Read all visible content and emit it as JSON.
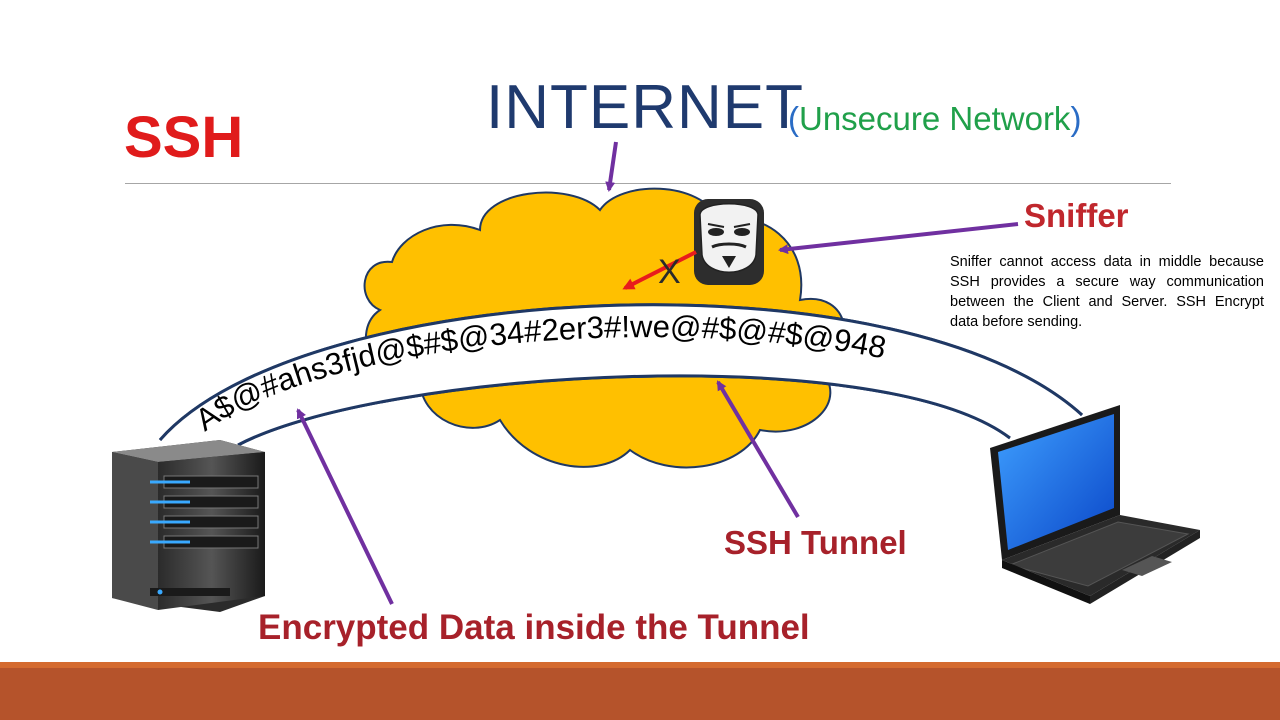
{
  "slide": {
    "title": "SSH"
  },
  "internet": {
    "title": "INTERNET",
    "paren_open": "(",
    "subtitle": "Unsecure Network",
    "paren_close": ")"
  },
  "sniffer": {
    "title": "Sniffer",
    "description": "Sniffer cannot access data in middle because SSH provides a secure way communication between the Client and Server. SSH Encrypt data before sending.",
    "blocked_mark": "X"
  },
  "tunnel": {
    "encrypted_text": "A$@#ahs3fjd@$#$@34#2er3#!we@#$@#$@948",
    "label": "SSH Tunnel"
  },
  "encrypted": {
    "label": "Encrypted Data inside the Tunnel"
  },
  "colors": {
    "ssh_title": "#e01b1b",
    "internet_title": "#1f3a6e",
    "unsecure_green": "#20a04a",
    "cloud_fill": "#ffc000",
    "tunnel_stroke": "#1f3864",
    "pointer_arrow": "#7030a0",
    "label_red": "#a7212a",
    "footer": "#b5532b"
  },
  "icons": [
    "server-icon",
    "laptop-icon",
    "hacker-mask-icon",
    "cloud-icon"
  ]
}
